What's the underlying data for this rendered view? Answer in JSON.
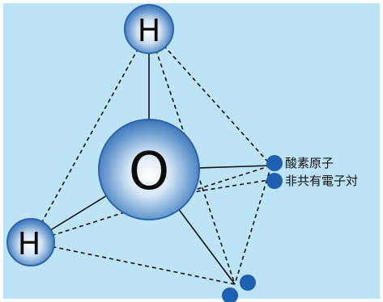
{
  "atoms": {
    "oxygen": "O",
    "hydrogen_top": "H",
    "hydrogen_left": "H"
  },
  "labels": {
    "oxygen_atom": "酸素原子",
    "lone_pair": "非共有電子対"
  },
  "colors": {
    "background": "#bde3f7",
    "electron": "#1e5fb0",
    "atom_edge": "#2a64ad",
    "bond_line": "#111111"
  }
}
